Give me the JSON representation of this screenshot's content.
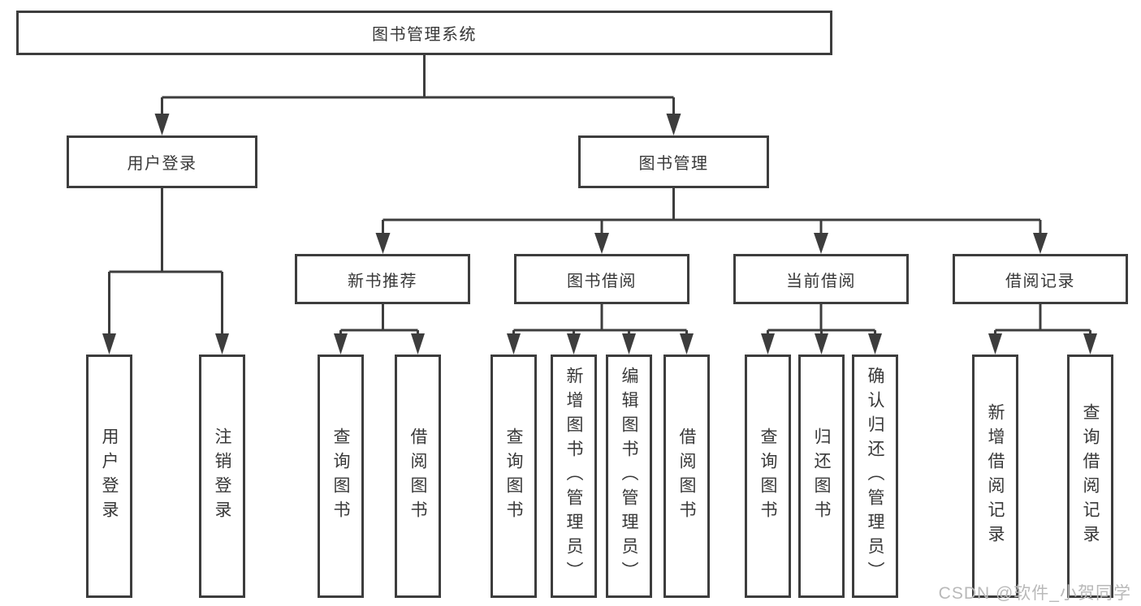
{
  "diagram": {
    "root": {
      "label": "图书管理系统"
    },
    "branches": [
      {
        "label": "用户登录",
        "leaves": [
          {
            "label": "用户登录"
          },
          {
            "label": "注销登录"
          }
        ]
      },
      {
        "label": "图书管理",
        "sections": [
          {
            "label": "新书推荐",
            "leaves": [
              {
                "label": "查询图书"
              },
              {
                "label": "借阅图书"
              }
            ]
          },
          {
            "label": "图书借阅",
            "leaves": [
              {
                "label": "查询图书"
              },
              {
                "label": "新增图书（管理员）"
              },
              {
                "label": "编辑图书（管理员）"
              },
              {
                "label": "借阅图书"
              }
            ]
          },
          {
            "label": "当前借阅",
            "leaves": [
              {
                "label": "查询图书"
              },
              {
                "label": "归还图书"
              },
              {
                "label": "确认归还（管理员）"
              }
            ]
          },
          {
            "label": "借阅记录",
            "leaves": [
              {
                "label": "新增借阅记录"
              },
              {
                "label": "查询借阅记录"
              }
            ]
          }
        ]
      }
    ]
  },
  "colors": {
    "line": "#3d3d3d",
    "text": "#383838",
    "watermark": "#b9b9b9"
  },
  "watermark": {
    "text": "CSDN @软件_小贺同学"
  }
}
